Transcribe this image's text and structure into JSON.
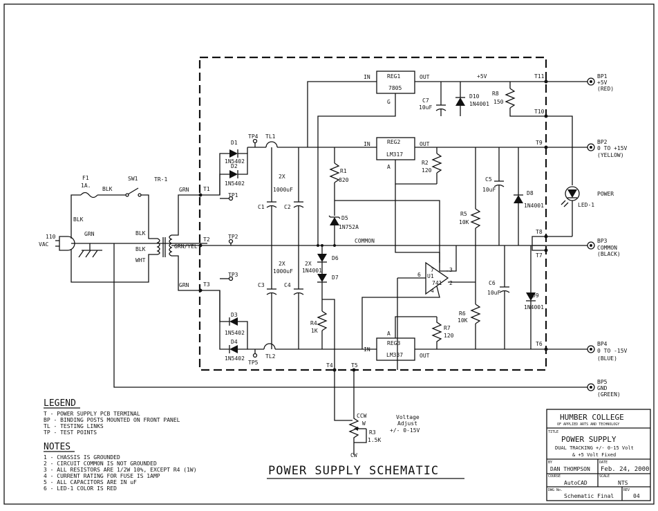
{
  "title": "POWER SUPPLY SCHEMATIC",
  "legend": {
    "heading": "LEGEND",
    "items": [
      "T  - POWER SUPPLY PCB TERMINAL",
      "BP - BINDING POSTS MOUNTED ON FRONT PANEL",
      "TL - TESTING LINKS",
      "TP - TEST POINTS"
    ]
  },
  "notes": {
    "heading": "NOTES",
    "items": [
      "1  - CHASSIS IS GROUNDED",
      "2  - CIRCUIT COMMON IS NOT GROUNDED",
      "3  - ALL RESISTORS ARE 1/2W 10%, EXCEPT R4 (1W)",
      "4  - CURRENT RATING FOR FUSE IS 1AMP",
      "5  - ALL CAPACITORS ARE IN uF",
      "6  - LED-1 COLOR IS RED"
    ]
  },
  "title_block": {
    "school": "HUMBER COLLEGE",
    "school_sub": "OF APPLIED ARTS AND TECHNOLOGY",
    "title_label": "TITLE",
    "title_main": "POWER   SUPPLY",
    "title_line2": "DUAL  TRACKING +/- 0-15 Volt",
    "title_line3": "& +5  Volt Fixed",
    "by_label": "BY",
    "by": "DAN THOMPSON",
    "date_label": "DATE",
    "date": "Feb. 24, 2000",
    "course_label": "COURSE",
    "course": "AutoCAD",
    "scale_label": "SCALE",
    "scale": "NTS",
    "dwg_label": "DWG No.",
    "dwg": "Schematic Final",
    "rev_label": "REV",
    "rev": "04"
  },
  "binding_posts": [
    {
      "id": "BP1",
      "l1": "+5V",
      "l2": "(RED)"
    },
    {
      "id": "BP2",
      "l1": "0 TO +15V",
      "l2": "(YELLOW)"
    },
    {
      "id": "BP3",
      "l1": "COMMON",
      "l2": "(BLACK)"
    },
    {
      "id": "BP4",
      "l1": "0 TO -15V",
      "l2": "(BLUE)"
    },
    {
      "id": "BP5",
      "l1": "GND",
      "l2": "(GREEN)"
    }
  ],
  "pot_note": {
    "l1": "Voltage",
    "l2": "Adjust",
    "l3": "+/- 0-15V"
  },
  "labels": {
    "vac_110": "110",
    "vac": "VAC",
    "blk": "BLK",
    "grn": "GRN",
    "wht": "WHT",
    "grn_yel": "GRN/YEL",
    "f1": "F1",
    "f1_val": "1A.",
    "sw1": "SW1",
    "tr1": "TR-1",
    "t1": "T1",
    "t2": "T2",
    "t3": "T3",
    "t4": "T4",
    "t5": "T5",
    "t6": "T6",
    "t7": "T7",
    "t8": "T8",
    "t9": "T9",
    "t10": "T10",
    "t11": "T11",
    "tp1": "TP1",
    "tp2": "TP2",
    "tp3": "TP3",
    "tp4": "TP4",
    "tp5": "TP5",
    "tl1": "TL1",
    "tl2": "TL2",
    "d1": "D1",
    "d2": "D2",
    "d3": "D3",
    "d4": "D4",
    "d_part": "1N5402",
    "cap_2x": "2X",
    "cap_1000": "1000uF",
    "c1": "C1",
    "c2": "C2",
    "c3": "C3",
    "c4": "C4",
    "d6": "D6",
    "d7": "D7",
    "d67_2x": "2X",
    "d67_part": "1N4001",
    "r1": "R1",
    "r1v": "820",
    "d5": "D5",
    "d5v": "1N752A",
    "r4": "R4",
    "r4v": "1K",
    "in": "IN",
    "out": "OUT",
    "g": "G",
    "a": "A",
    "reg1": "REG1",
    "reg1v": "7805",
    "reg2": "REG2",
    "reg2v": "LM317",
    "reg3": "REG3",
    "reg3v": "LM337",
    "p5v": "+5V",
    "c7": "C7",
    "c7v": "10uF",
    "d10": "D10",
    "d10v": "1N4001",
    "r8": "R8",
    "r8v": "150",
    "r2": "R2",
    "r2v": "120",
    "r5": "R5",
    "r5v": "10K",
    "c5": "C5",
    "c5v": "10uF",
    "d8": "D8",
    "d8v": "1N4001",
    "power": "POWER",
    "led1": "LED-1",
    "common": "COMMON",
    "u1": "U1",
    "u1v": "741",
    "p6": "6",
    "p7": "7",
    "p3": "3",
    "p2": "2",
    "p4": "4",
    "r6": "R6",
    "r6v": "10K",
    "c6": "C6",
    "c6v": "10uF",
    "d9": "D9",
    "d9v": "1N4001",
    "r7": "R7",
    "r7v": "120",
    "ccw": "CCW",
    "cw": "CW",
    "w": "W",
    "r3": "R3",
    "r3v": "1.5K"
  }
}
